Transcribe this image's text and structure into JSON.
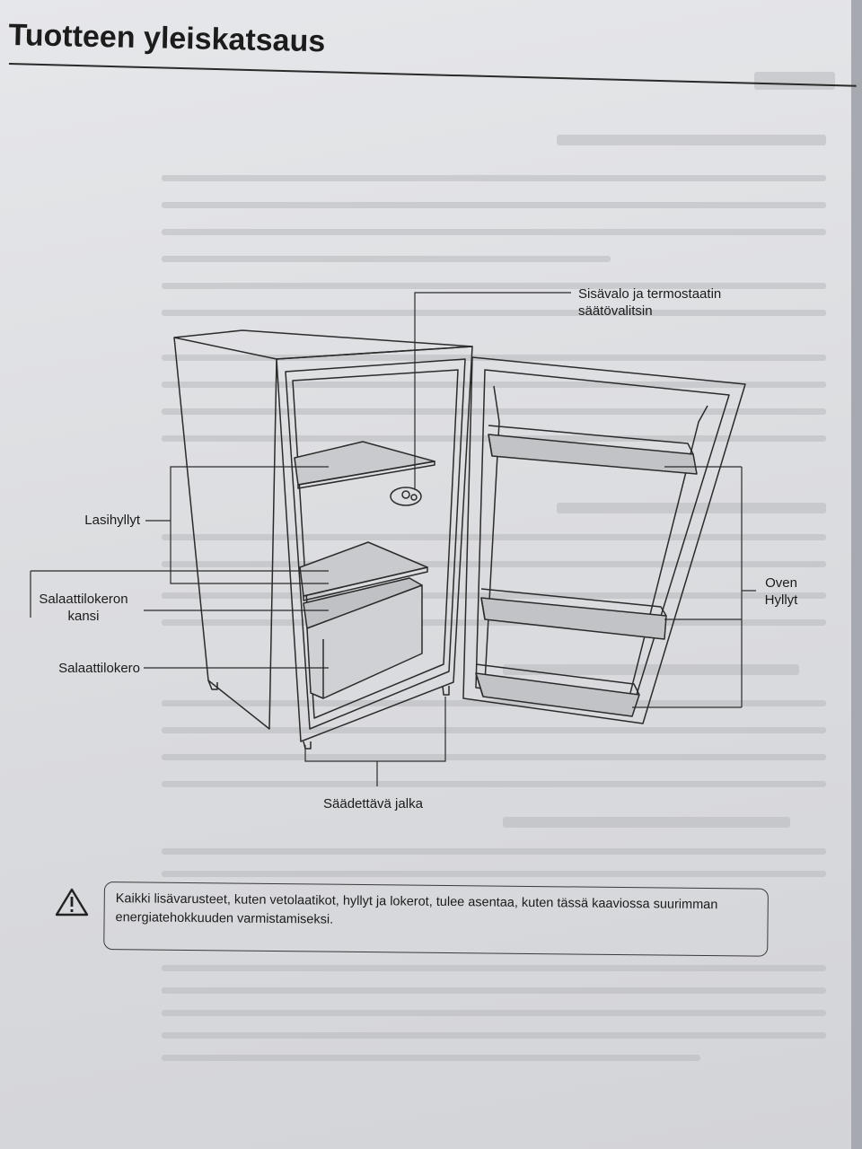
{
  "page": {
    "title": "Tuotteen yleiskatsaus"
  },
  "diagram": {
    "labels": {
      "interior_light": "Sisävalo ja termostaatin säätövalitsin",
      "glass_shelves": "Lasihyllyt",
      "crisper_cover": "Salaattilokeron kansi",
      "crisper": "Salaattilokero",
      "door_shelves": "Oven Hyllyt",
      "adjustable_foot": "Säädettävä jalka"
    },
    "icons": {
      "warning": "warning-triangle-icon"
    }
  },
  "note": {
    "text": "Kaikki lisävarusteet, kuten vetolaatikot, hyllyt ja lokerot, tulee asentaa, kuten tässä kaaviossa suurimman energiatehokkuuden varmistamiseksi."
  }
}
